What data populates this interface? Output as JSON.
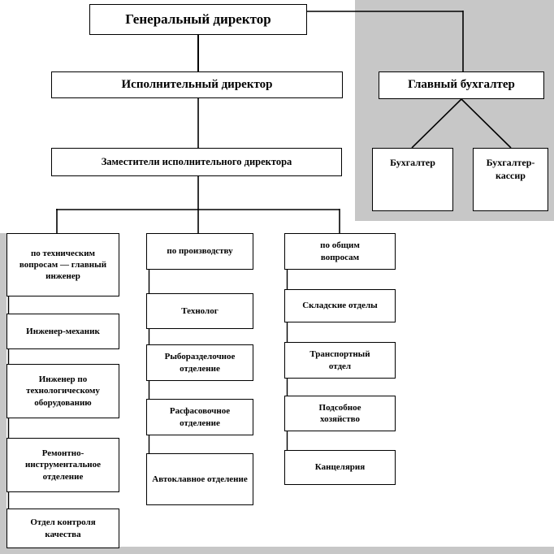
{
  "diagram": {
    "type": "org-chart",
    "language": "ru",
    "colors": {
      "line": "#000000",
      "box_border": "#000000",
      "box_bg": "#ffffff",
      "canvas_gray": "#c7c7c7"
    },
    "nodes": {
      "general_director": "Генеральный директор",
      "executive_director": "Исполнительный директор",
      "chief_accountant": "Главный бухгалтер",
      "deputies": "Заместители исполнительного директора",
      "accountant": "Бухгалтер",
      "accountant_cashier": "Бухгалтер-кассир",
      "technical_deputy": "по техническим вопросам — главный инженер",
      "mechanical_engineer": "Инженер-механик",
      "equipment_engineer": "Инженер по технологическому оборудованию",
      "repair_tool_dept": "Ремонтно-инструментальное отделение",
      "quality_control": "Отдел контроля качества",
      "production_deputy": "по производству",
      "technologist": "Технолог",
      "fish_cutting_dept": "Рыборазделочное отделение",
      "packing_dept": "Расфасовочное отделение",
      "autoclave_dept": "Автоклавное отделение",
      "general_affairs_deputy": "по общим вопросам",
      "warehouse_depts": "Складские отделы",
      "transport_dept": "Транспортный отдел",
      "subsidiary_farm": "Подсобное хозяйство",
      "chancellery": "Канцелярия"
    }
  }
}
